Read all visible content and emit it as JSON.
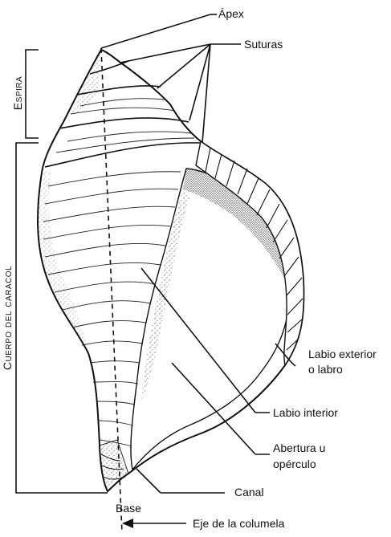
{
  "labels": {
    "apex": "Ápex",
    "sutures": "Suturas",
    "spire": "Espira",
    "body": "Cuerpo del caracol",
    "outer_lip_1": "Labio exterior",
    "outer_lip_2": "o labro",
    "inner_lip": "Labio interior",
    "aperture_1": "Abertura u",
    "aperture_2": "opérculo",
    "canal": "Canal",
    "base": "Base",
    "axis": "Eje de la columela"
  }
}
